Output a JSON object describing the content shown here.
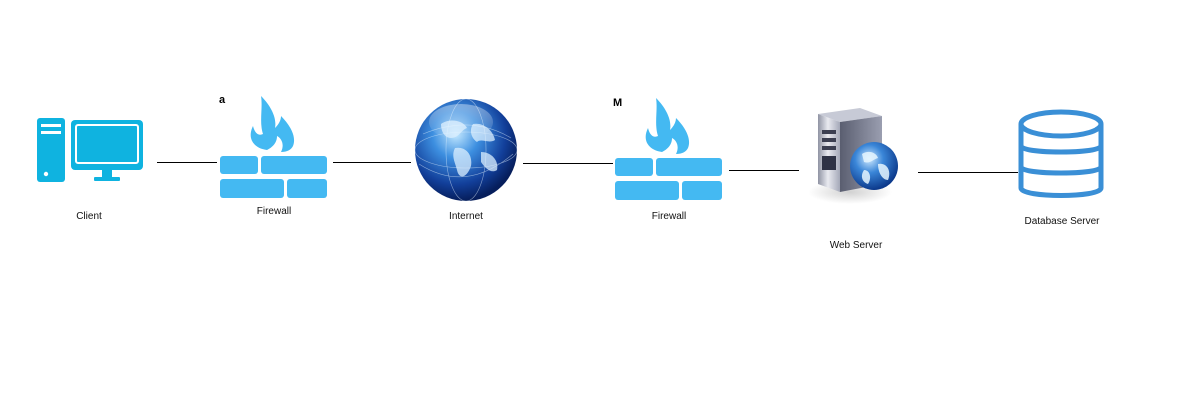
{
  "colors": {
    "accent": "#44b9f2",
    "client": "#0fb3e0",
    "database": "#3a8fd6",
    "link": "#000000"
  },
  "nodes": {
    "client": {
      "label": "Client",
      "icon": "desktop-computer-icon"
    },
    "firewall_1": {
      "label": "Firewall",
      "marker": "a",
      "icon": "firewall-icon"
    },
    "internet": {
      "label": "Internet",
      "icon": "globe-icon"
    },
    "firewall_2": {
      "label": "Firewall",
      "marker": "M",
      "icon": "firewall-icon"
    },
    "web_server": {
      "label": "Web Server",
      "icon": "web-server-icon"
    },
    "database": {
      "label": "Database Server",
      "icon": "database-icon"
    }
  }
}
